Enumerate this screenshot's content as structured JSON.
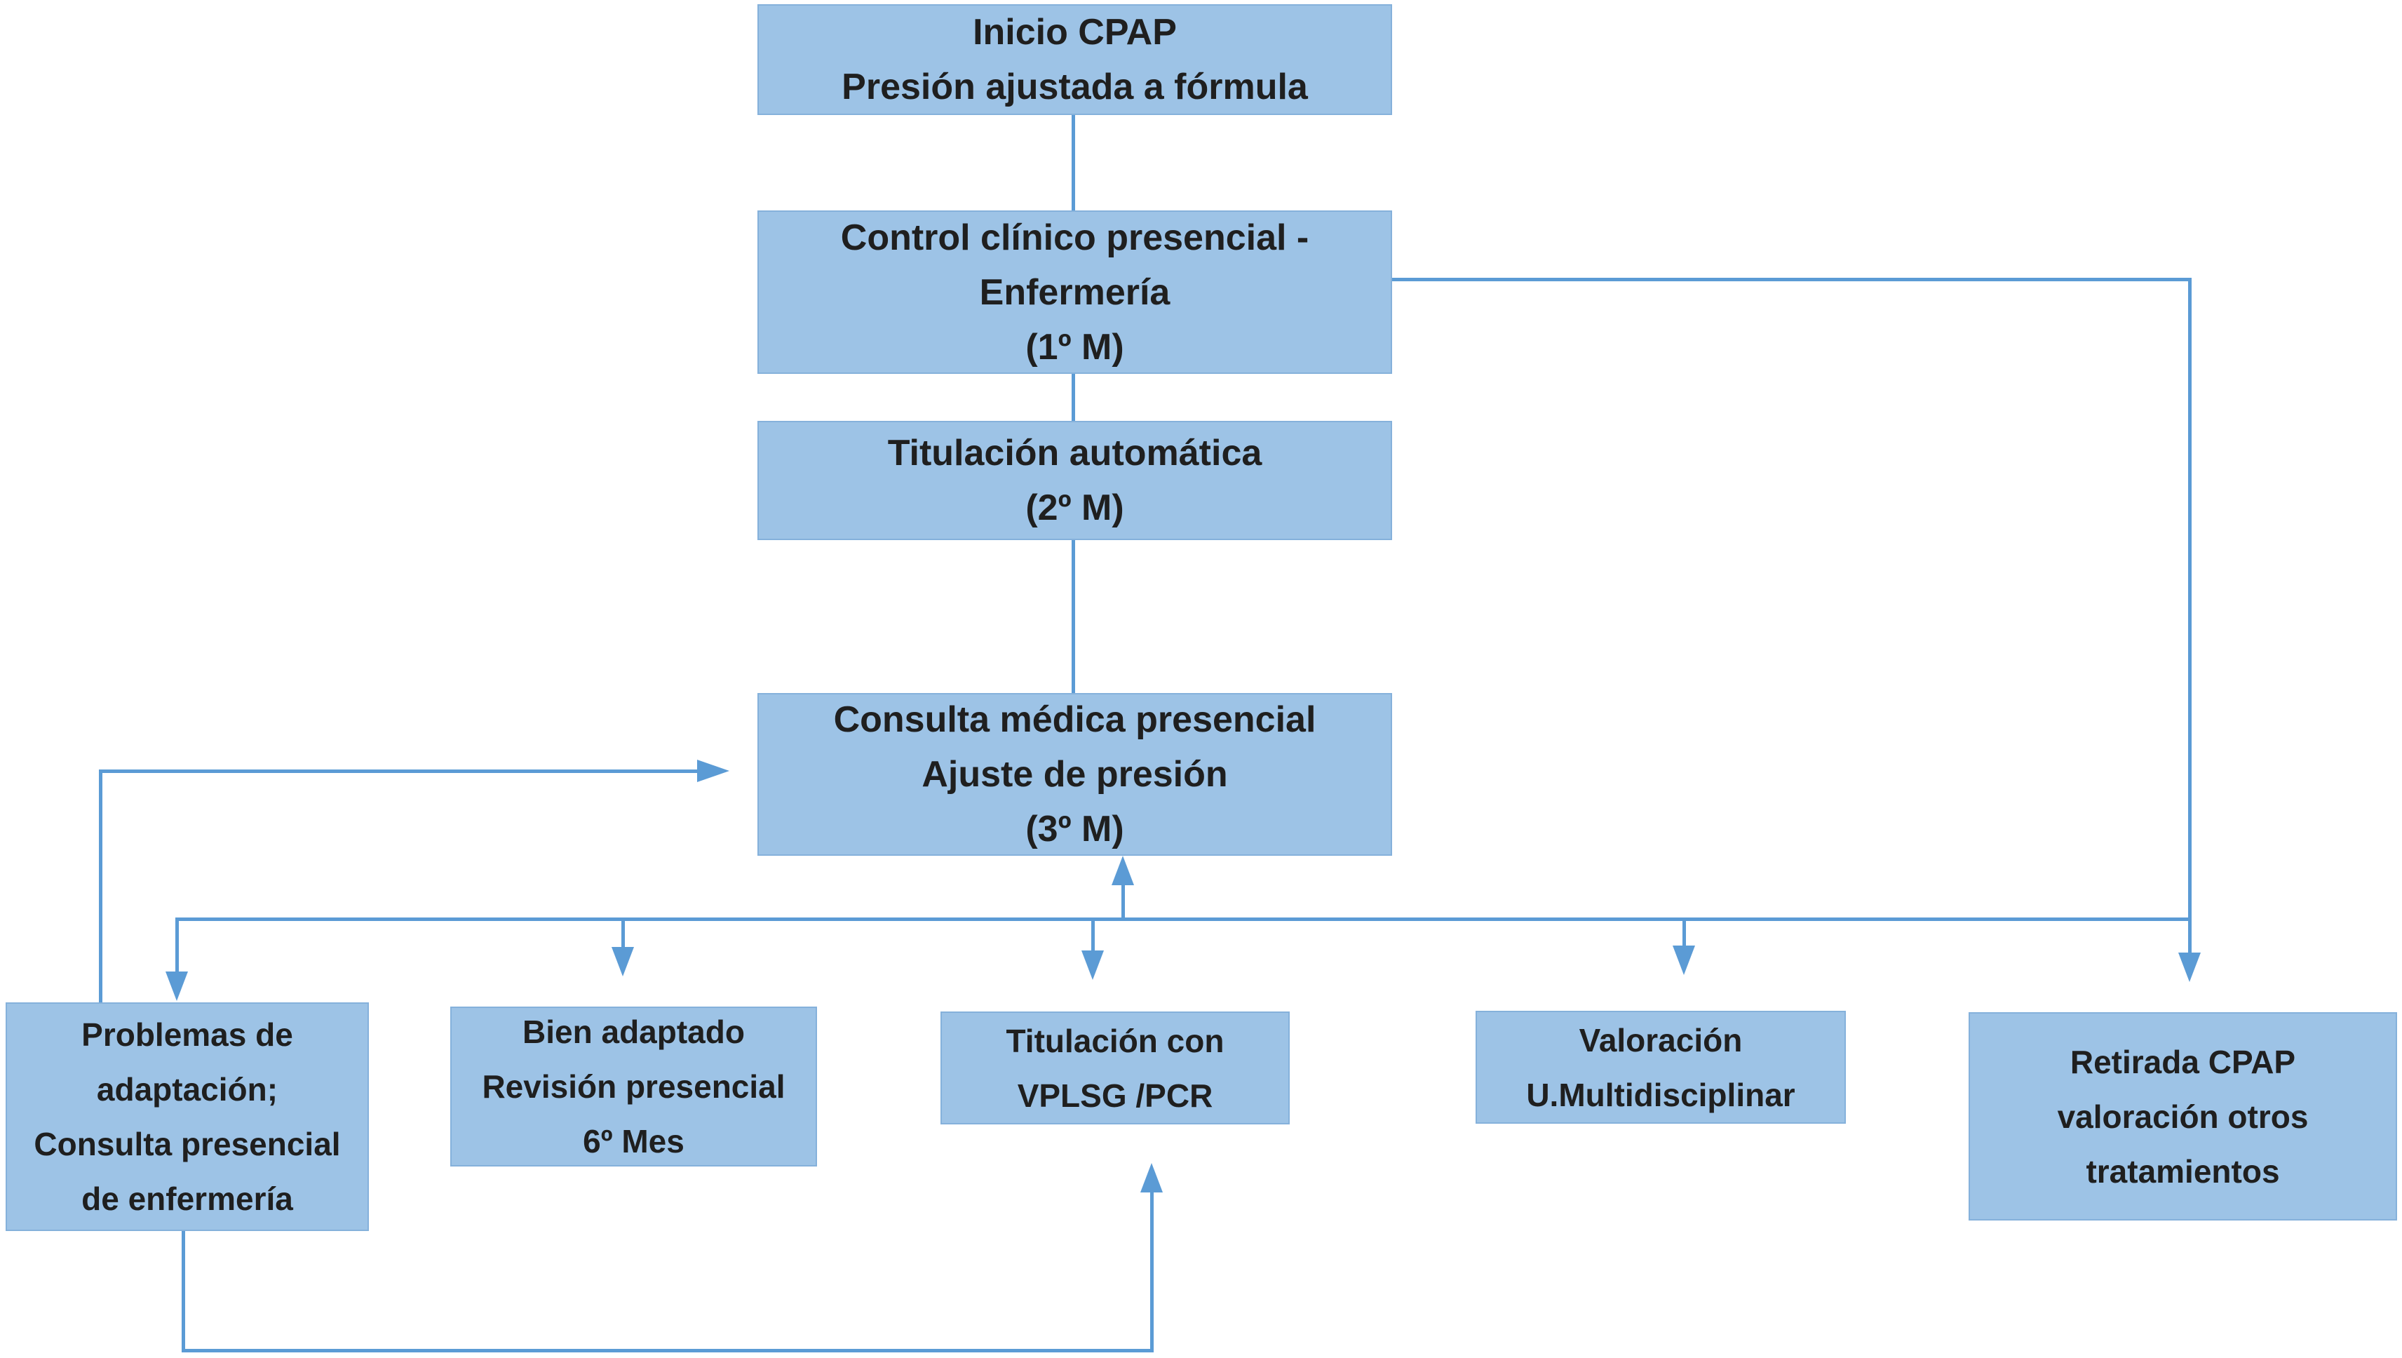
{
  "diagram": {
    "type": "flowchart",
    "language": "es",
    "colors": {
      "box_fill": "#9DC3E6",
      "box_border": "#85B1DB",
      "connector": "#5B9BD5",
      "text": "#1F1F1F"
    },
    "nodes": [
      {
        "id": "inicio_cpap",
        "lines": [
          "Inicio CPAP",
          "Presión ajustada a fórmula"
        ]
      },
      {
        "id": "control_clinico",
        "lines": [
          "Control clínico presencial -",
          "Enfermería",
          "(1º M)"
        ]
      },
      {
        "id": "titulacion_automatica",
        "lines": [
          "Titulación automática",
          "(2º M)"
        ]
      },
      {
        "id": "consulta_medica",
        "lines": [
          "Consulta médica presencial",
          "Ajuste de presión",
          "(3º M)"
        ]
      },
      {
        "id": "problemas_adaptacion",
        "lines": [
          "Problemas de",
          "adaptación;",
          "Consulta presencial",
          "de enfermería"
        ]
      },
      {
        "id": "bien_adaptado",
        "lines": [
          "Bien adaptado",
          "Revisión presencial",
          "6º Mes"
        ]
      },
      {
        "id": "titulacion_vplsg_pcr",
        "lines": [
          "Titulación con",
          "VPLSG /PCR"
        ]
      },
      {
        "id": "valoracion_multidisciplinar",
        "lines": [
          "Valoración",
          "U.Multidisciplinar"
        ]
      },
      {
        "id": "retirada_cpap",
        "lines": [
          "Retirada CPAP",
          "valoración otros",
          "tratamientos"
        ]
      }
    ],
    "edges": [
      {
        "from": "inicio_cpap",
        "to": "control_clinico",
        "arrow": false
      },
      {
        "from": "control_clinico",
        "to": "titulacion_automatica",
        "arrow": false
      },
      {
        "from": "titulacion_automatica",
        "to": "consulta_medica",
        "arrow": false
      },
      {
        "from": "control_clinico",
        "to": "retirada_cpap",
        "arrow": true,
        "route": "right-side elbow"
      },
      {
        "from": "consulta_medica",
        "to": "problemas_adaptacion",
        "arrow": true,
        "route": "branch line"
      },
      {
        "from": "consulta_medica",
        "to": "bien_adaptado",
        "arrow": true,
        "route": "branch line"
      },
      {
        "from": "consulta_medica",
        "to": "titulacion_vplsg_pcr",
        "arrow": true,
        "route": "branch line"
      },
      {
        "from": "consulta_medica",
        "to": "valoracion_multidisciplinar",
        "arrow": true,
        "route": "branch line"
      },
      {
        "from": "branch_line",
        "to": "consulta_medica",
        "arrow": true,
        "route": "up arrow into bottom edge"
      },
      {
        "from": "problemas_adaptacion",
        "to": "consulta_medica",
        "arrow": true,
        "route": "left feedback elbow"
      },
      {
        "from": "problemas_adaptacion",
        "to": "titulacion_vplsg_pcr",
        "arrow": true,
        "route": "bottom feedback loop"
      }
    ]
  }
}
